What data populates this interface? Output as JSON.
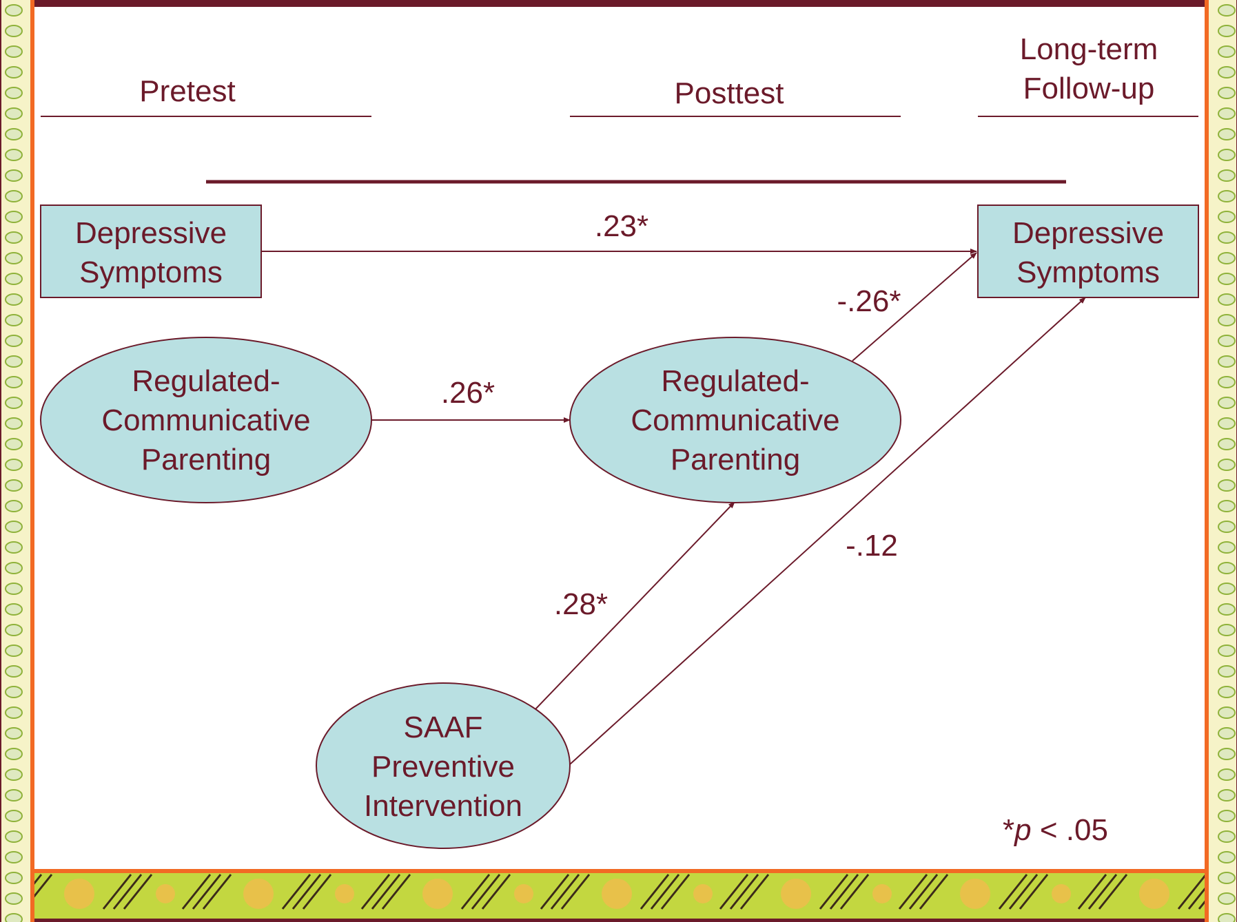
{
  "columns": {
    "pretest": "Pretest",
    "posttest": "Posttest",
    "followup_line1": "Long-term",
    "followup_line2": "Follow-up"
  },
  "nodes": {
    "depressive_pre": [
      "Depressive",
      "Symptoms"
    ],
    "depressive_follow": [
      "Depressive",
      "Symptoms"
    ],
    "parenting_pre": [
      "Regulated-",
      "Communicative",
      "Parenting"
    ],
    "parenting_post": [
      "Regulated-",
      "Communicative",
      "Parenting"
    ],
    "saaf": [
      "SAAF",
      "Preventive",
      "Intervention"
    ]
  },
  "paths": {
    "depressive_pre_to_follow": ".23*",
    "parenting_pre_to_post": ".26*",
    "parenting_post_to_follow": "-.26*",
    "saaf_to_parenting_post": ".28*",
    "saaf_to_follow": "-.12"
  },
  "note": {
    "star": "*",
    "p": "p",
    "rest": " < .05"
  },
  "colors": {
    "maroon": "#6b1a2a",
    "node_fill": "#b9e0e2",
    "frame": "#6b1a2a",
    "border_green": "#9cc531",
    "border_orange": "#f26a24"
  }
}
